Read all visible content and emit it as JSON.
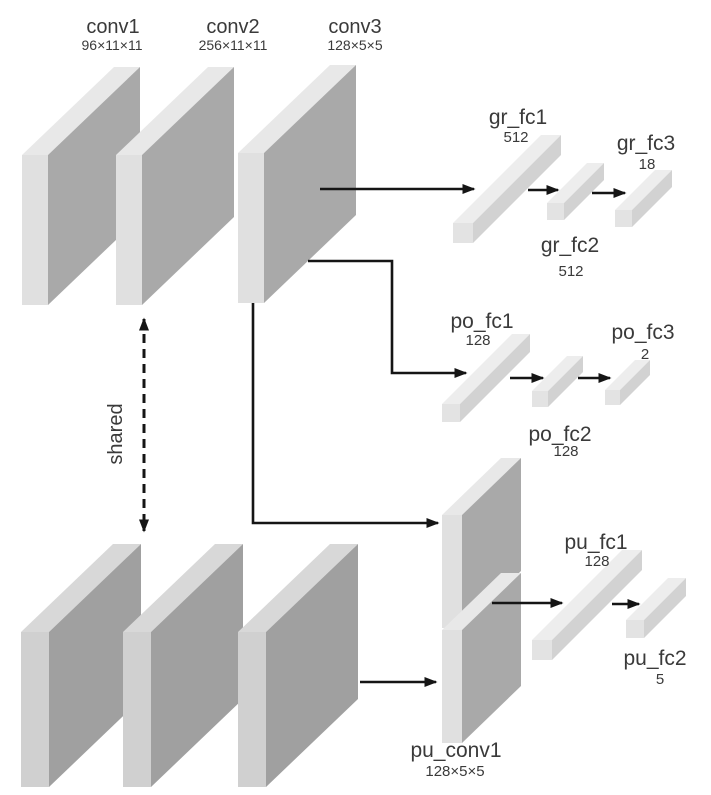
{
  "labels": {
    "conv1": {
      "name": "conv1",
      "dims": "96×11×11"
    },
    "conv2": {
      "name": "conv2",
      "dims": "256×11×11"
    },
    "conv3": {
      "name": "conv3",
      "dims": "128×5×5"
    },
    "gr_fc1": {
      "name": "gr_fc1",
      "units": "512"
    },
    "gr_fc2": {
      "name": "gr_fc2",
      "units": "512"
    },
    "gr_fc3": {
      "name": "gr_fc3",
      "units": "18"
    },
    "po_fc1": {
      "name": "po_fc1",
      "units": "128"
    },
    "po_fc2": {
      "name": "po_fc2",
      "units": "128"
    },
    "po_fc3": {
      "name": "po_fc3",
      "units": "2"
    },
    "pu_fc1": {
      "name": "pu_fc1",
      "units": "128"
    },
    "pu_fc2": {
      "name": "pu_fc2",
      "units": "5"
    },
    "pu_conv1": {
      "name": "pu_conv1",
      "dims": "128×5×5"
    },
    "shared": {
      "name": "shared"
    }
  },
  "colors": {
    "background": "#ffffff",
    "slab_front": "#e0e0e0",
    "slab_top": "#e8e8e8",
    "slab_side": "#a9a9a9",
    "slab_front_lower": "#d0d0d0",
    "slab_top_lower": "#d8d8d8",
    "slab_side_lower": "#a0a0a0",
    "rod_cap": "#e3e3e3",
    "rod_top": "#ededed",
    "rod_side": "#d2d2d2",
    "line": "#151515",
    "text": "#3a3a3a"
  }
}
